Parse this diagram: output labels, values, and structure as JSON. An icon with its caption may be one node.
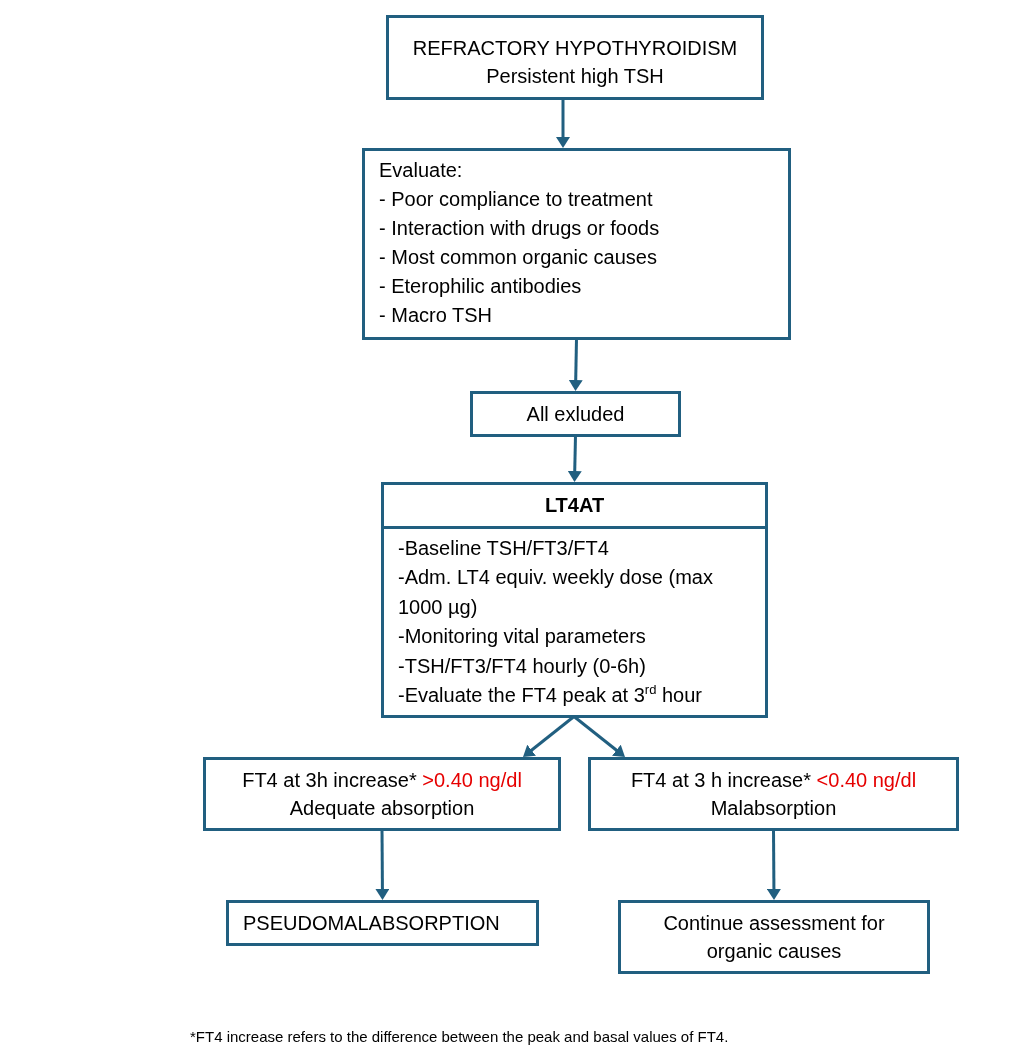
{
  "diagram": {
    "caption": "*FT4 increase refers to the difference between the peak and basal values of FT4.",
    "nodes": [
      {
        "text": [
          "REFRACTORY HYPOTHYROIDISM",
          "Persistent high TSH"
        ]
      },
      {
        "text": [
          "Evaluate:",
          "- Poor compliance to treatment",
          "- Interaction with drugs or foods",
          "- Most common organic causes",
          "- Eterophilic antibodies",
          "- Macro TSH"
        ]
      },
      {
        "text": [
          "All exluded"
        ]
      },
      {
        "text": [
          "LT4AT",
          "-Baseline TSH/FT3/FT4",
          "-Adm. LT4 equiv. weekly dose (max 1000 µg)",
          "-Monitoring vital parameters",
          "-TSH/FT3/FT4 hourly (0-6h)",
          "-Evaluate the FT4 peak at 3$^{rd}$ hour"
        ]
      },
      {
        "text": [
          "FT4 at 3h increase*",
          ">0.40 ng/dl",
          "Adequate absorption"
        ]
      },
      {
        "text": [
          "FT4 at 3 h increase*",
          "<0.40 ng/dl",
          "Malabsorption"
        ]
      },
      {
        "text": [
          "PSEUDOMALABSORPTION"
        ]
      },
      {
        "text": [
          "Continue assessment for organic causes"
        ]
      }
    ],
    "edges": [
      {
        "from": 0,
        "to": 1,
        "arrow": "to"
      },
      {
        "from": 1,
        "to": 2,
        "arrow": "to"
      },
      {
        "from": 2,
        "to": 3,
        "arrow": "to"
      },
      {
        "from": 3,
        "to": 4,
        "arrow": "to"
      },
      {
        "from": 3,
        "to": 5,
        "arrow": "to"
      },
      {
        "from": 4,
        "to": 6,
        "arrow": "to"
      },
      {
        "from": 5,
        "to": 7,
        "arrow": "to"
      }
    ]
  }
}
